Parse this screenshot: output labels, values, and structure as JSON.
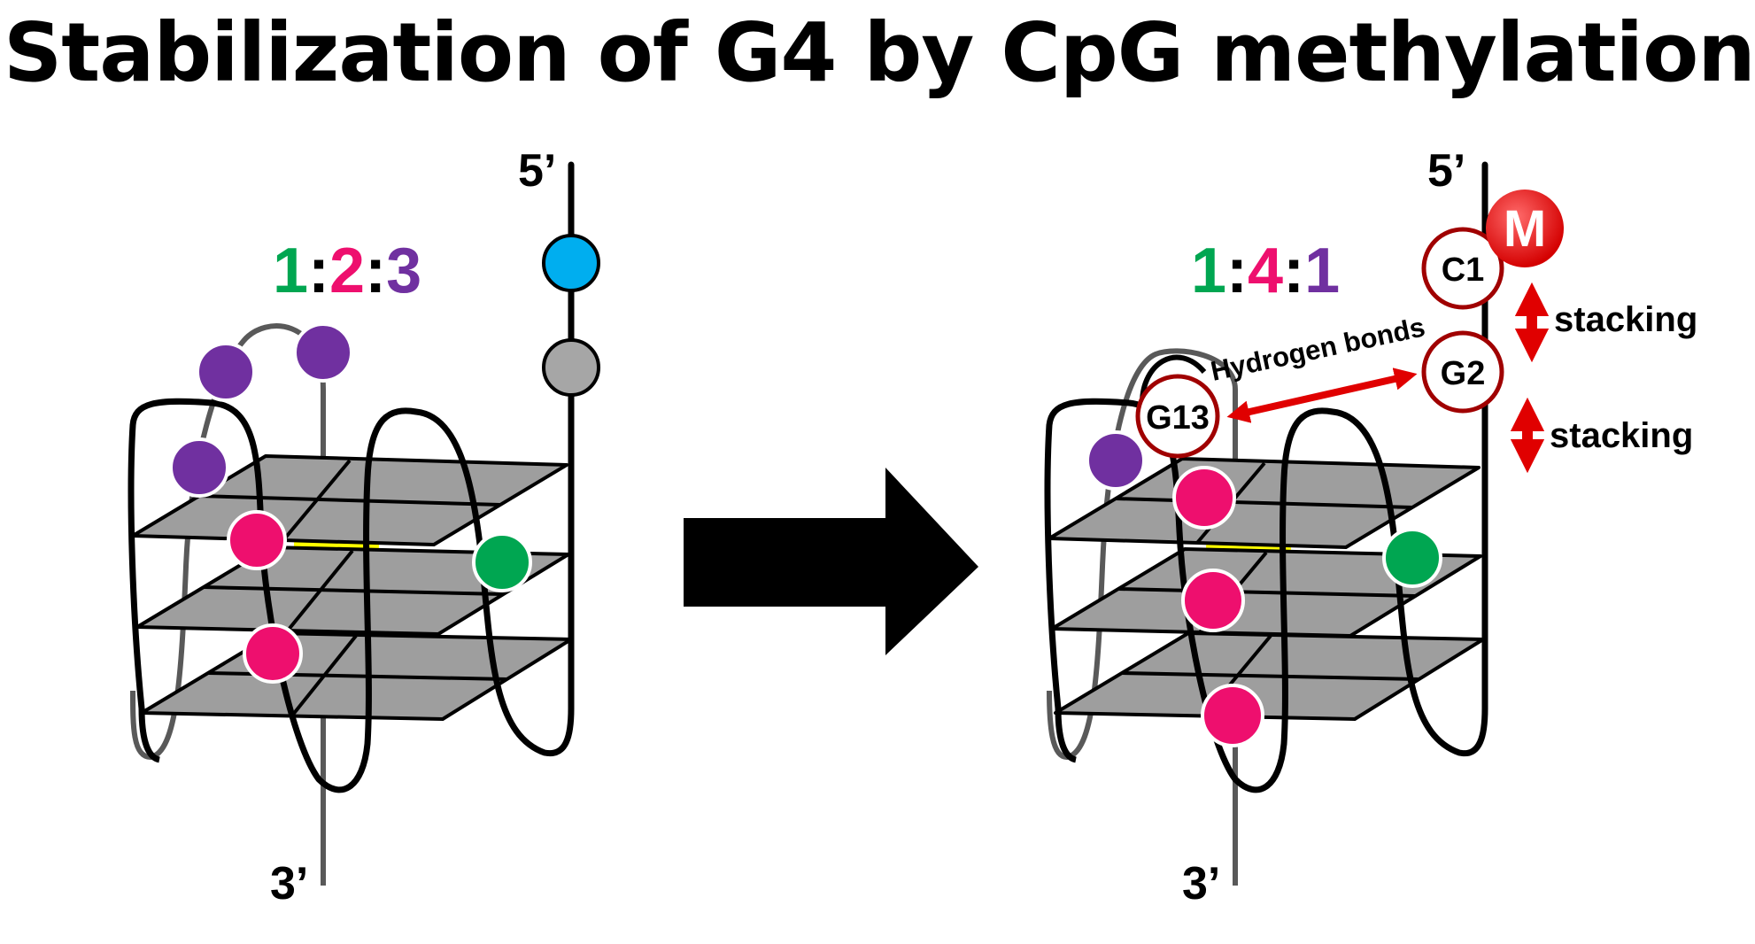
{
  "title": "Stabilization of G4 by CpG methylation",
  "left": {
    "five_prime": "5’",
    "three_prime": "3’",
    "ratio": {
      "a": "1",
      "sep1": ":",
      "b": "2",
      "sep2": ":",
      "c": "3"
    }
  },
  "right": {
    "five_prime": "5’",
    "three_prime": "3’",
    "ratio": {
      "a": "1",
      "sep1": ":",
      "b": "4",
      "sep2": ":",
      "c": "1"
    },
    "methyl_label": "M",
    "c1_label": "C1",
    "g2_label": "G2",
    "g13_label": "G13",
    "hbond_label": "Hydrogen bonds",
    "stacking_top": "stacking",
    "stacking_bottom": "stacking"
  },
  "colors": {
    "green": "#00a651",
    "pink": "#ee0f6e",
    "purple": "#7030a0",
    "blue": "#00aeef",
    "gray_node": "#a6a6a6",
    "plane": "#9e9e9e",
    "ion": "#ffff00",
    "red": "#e00000",
    "dark_red": "#b00000"
  }
}
